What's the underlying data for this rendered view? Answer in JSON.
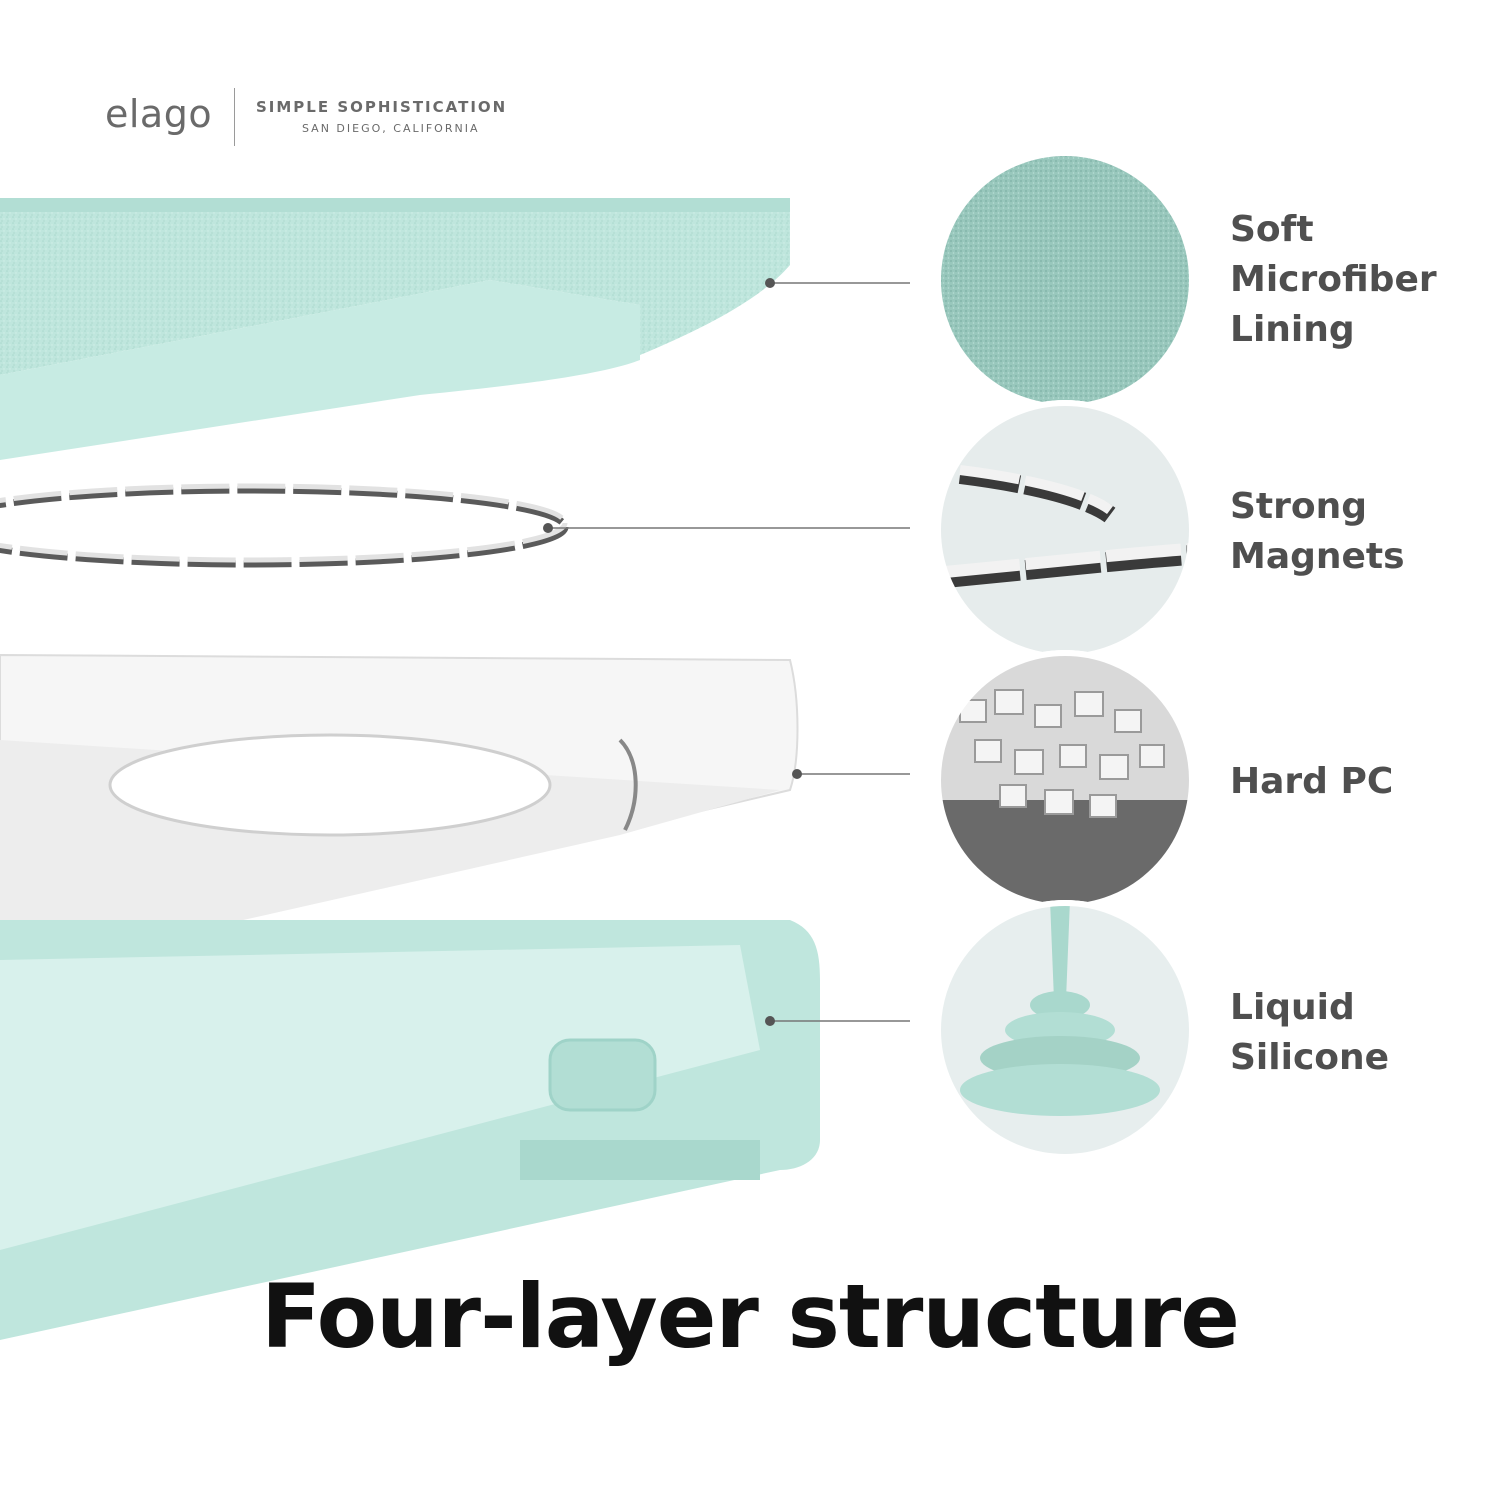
{
  "header": {
    "brand": "elago",
    "tagline": "SIMPLE SOPHISTICATION",
    "location": "SAN DIEGO, CALIFORNIA"
  },
  "layers": [
    {
      "line1": "Soft",
      "line2": "Microfiber",
      "line3": "Lining"
    },
    {
      "line1": "Strong",
      "line2": "Magnets"
    },
    {
      "line1": "Hard PC"
    },
    {
      "line1": "Liquid",
      "line2": "Silicone"
    }
  ],
  "title": "Four-layer structure",
  "colors": {
    "mint": "#bfe6dd",
    "mint_dark": "#9fd3c8",
    "text_gray": "#4f4f4f",
    "title_black": "#111111"
  }
}
